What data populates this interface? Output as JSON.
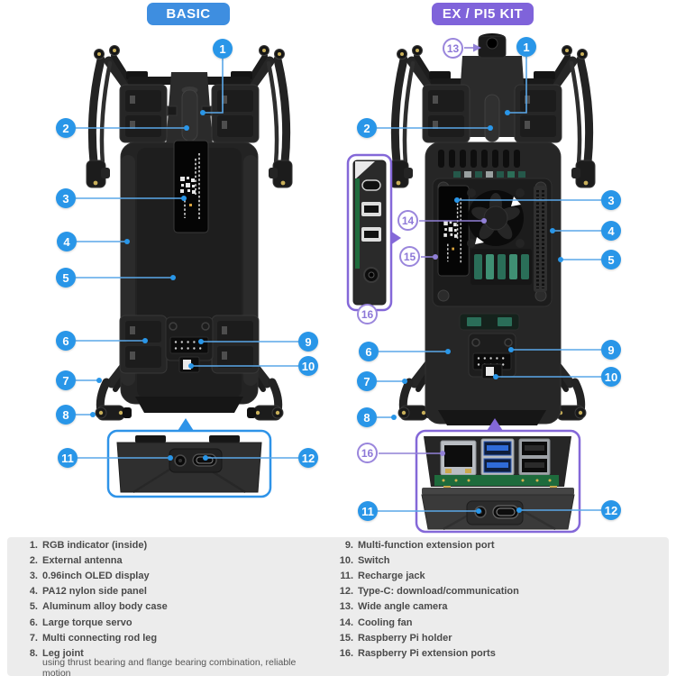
{
  "badges": {
    "basic": "BASIC",
    "ex": "EX / PI5 KIT"
  },
  "colors": {
    "badge_blue": "#3e8ee0",
    "badge_purple": "#7f63da",
    "callout_blue": "#2996e8",
    "callout_purple": "#8d78d8",
    "legend_bg": "#ececec"
  },
  "callouts": {
    "blue_left": [
      "1",
      "2",
      "3",
      "4",
      "5",
      "6",
      "7",
      "8",
      "9",
      "10",
      "11",
      "12"
    ],
    "blue_right": [
      "1",
      "2",
      "3",
      "4",
      "5",
      "6",
      "7",
      "8",
      "9",
      "10",
      "11",
      "12"
    ],
    "purple_right": [
      "13",
      "14",
      "15",
      "16",
      "16"
    ]
  },
  "legend": {
    "left": [
      {
        "num": "1.",
        "label": "RGB indicator (inside)"
      },
      {
        "num": "2.",
        "label": "External antenna"
      },
      {
        "num": "3.",
        "label": "0.96inch OLED display"
      },
      {
        "num": "4.",
        "label": "PA12 nylon side panel"
      },
      {
        "num": "5.",
        "label": "Aluminum alloy body case"
      },
      {
        "num": "6.",
        "label": "Large torque servo"
      },
      {
        "num": "7.",
        "label": "Multi connecting rod leg"
      },
      {
        "num": "8.",
        "label": "Leg joint",
        "note": "using thrust bearing and flange bearing combination, reliable motion"
      }
    ],
    "right": [
      {
        "num": "9.",
        "label": "Multi-function extension port"
      },
      {
        "num": "10.",
        "label": "Switch"
      },
      {
        "num": "11.",
        "label": "Recharge jack"
      },
      {
        "num": "12.",
        "label": "Type-C: download/communication"
      },
      {
        "num": "13.",
        "label": "Wide angle camera"
      },
      {
        "num": "14.",
        "label": "Cooling fan"
      },
      {
        "num": "15.",
        "label": "Raspberry Pi holder"
      },
      {
        "num": "16.",
        "label": "Raspberry Pi extension ports"
      }
    ]
  }
}
